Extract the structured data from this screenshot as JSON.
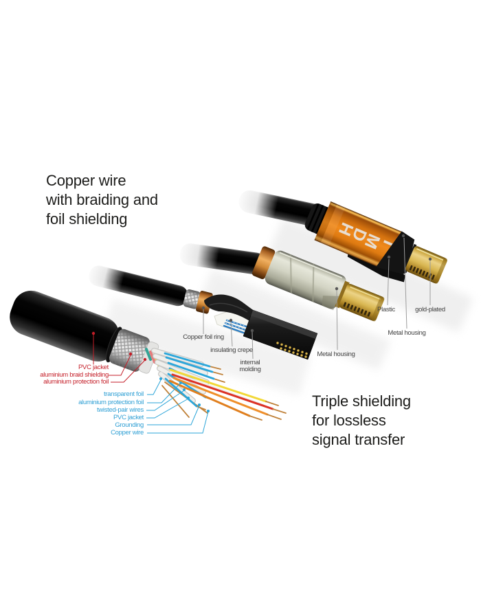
{
  "headings": {
    "left": {
      "lines": [
        "Copper wire",
        "with braiding and",
        "foil shielding"
      ]
    },
    "right": {
      "lines": [
        "Triple shielding",
        "for lossless",
        "signal transfer"
      ]
    }
  },
  "brand": "HDMI",
  "labels": {
    "red": [
      {
        "id": "pvc-jacket-outer",
        "text": "PVC jacket"
      },
      {
        "id": "aluminium-braid-shielding",
        "text": "aluminium braid shielding"
      },
      {
        "id": "aluminium-protection-foil-outer",
        "text": "aluminium protection foil"
      }
    ],
    "blue": [
      {
        "id": "transparent-foil",
        "text": "transparent foil"
      },
      {
        "id": "aluminium-protection-foil-inner",
        "text": "aluminium protection foil"
      },
      {
        "id": "twisted-pair-wires",
        "text": "twisted-pair wires"
      },
      {
        "id": "pvc-jacket-inner",
        "text": "PVC jacket"
      },
      {
        "id": "grounding",
        "text": "Grounding"
      },
      {
        "id": "copper-wire",
        "text": "Copper wire"
      }
    ],
    "gray": [
      {
        "id": "copper-foil-ring",
        "text": "Copper foil ring"
      },
      {
        "id": "insulating-crepe",
        "text": "insulating crepe"
      },
      {
        "id": "internal-molding",
        "text": "internal molding"
      },
      {
        "id": "metal-housing-middle",
        "text": "Metal housing"
      },
      {
        "id": "plastic",
        "text": "Plastic"
      },
      {
        "id": "metal-housing-right",
        "text": "Metal housing"
      },
      {
        "id": "gold-plated",
        "text": "gold-plated"
      }
    ]
  },
  "colors": {
    "red_label": "#c41e28",
    "blue_label": "#2e9fd4",
    "gray_label": "#3f3f3f",
    "orange_housing": "#ef8418",
    "gold": "#d9b752",
    "copper": "#c98a3c",
    "pale_metal": "#d3d4c4",
    "wire_blue": "#2ba6da"
  }
}
